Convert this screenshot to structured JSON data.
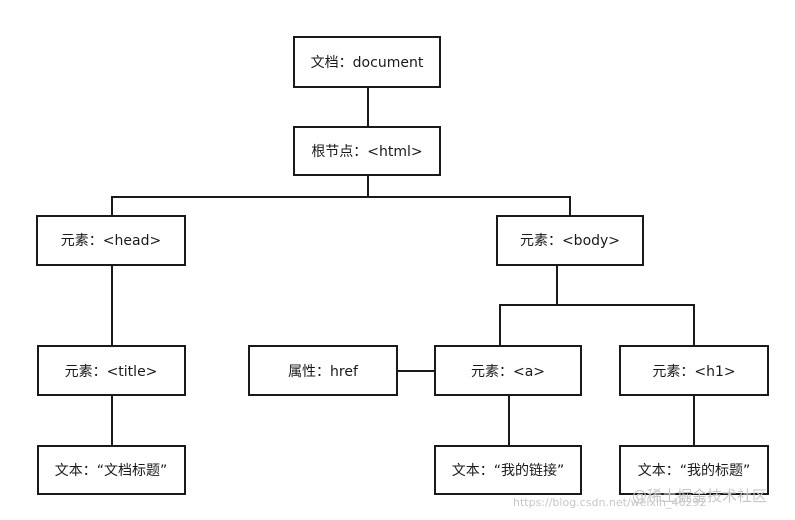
{
  "nodes": {
    "document": "文档：document",
    "root": "根节点：<html>",
    "head": "元素：<head>",
    "body": "元素：<body>",
    "title": "元素：<title>",
    "attr_href": "属性：href",
    "a": "元素：<a>",
    "h1": "元素：<h1>",
    "text_title": "文本：“文档标题”",
    "text_link": "文本：“我的链接”",
    "text_h1": "文本：“我的标题”"
  },
  "watermark": {
    "url": "https://blog.csdn.net/weixin_46292",
    "brand": "@稀土掘金技术社区"
  }
}
